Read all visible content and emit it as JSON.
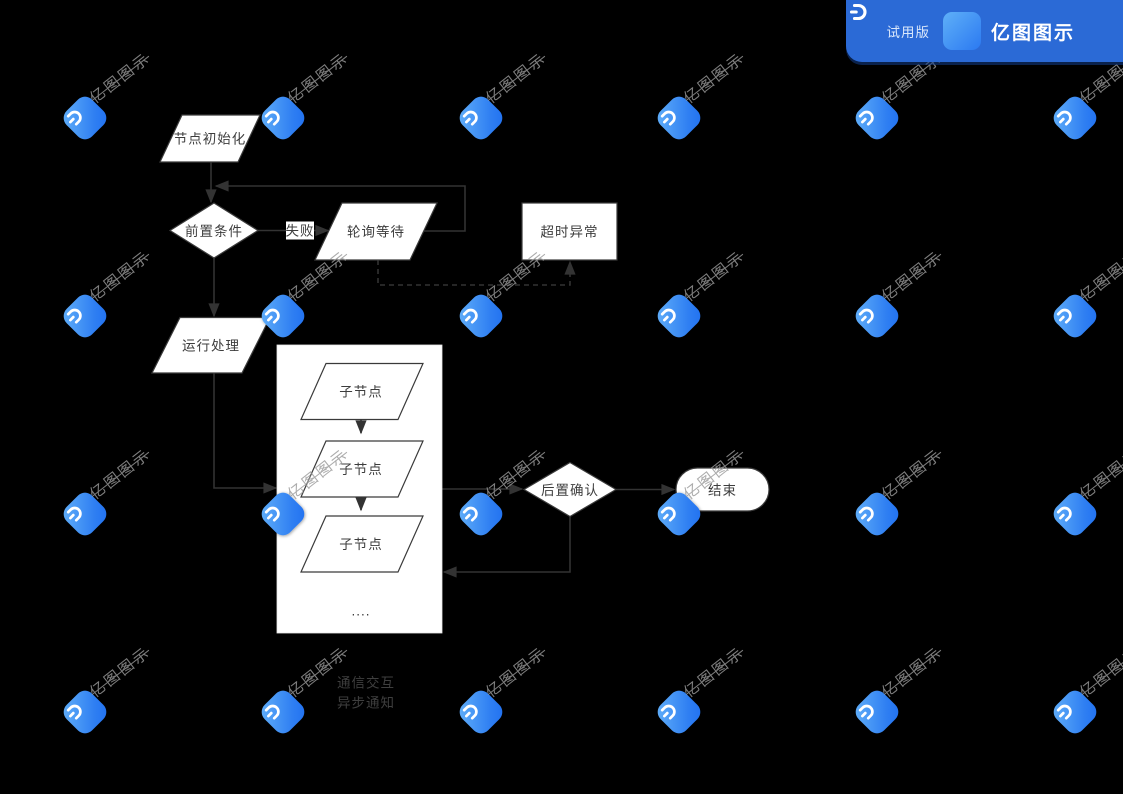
{
  "banner": {
    "trial_label": "试用版",
    "app_name": "亿图图示"
  },
  "watermark": {
    "text": "亿图图示",
    "cols": [
      85,
      283,
      481,
      679,
      877,
      1075
    ],
    "rows": [
      118,
      316,
      514,
      712
    ]
  },
  "flowchart": {
    "nodes": {
      "init": {
        "label": "节点初始化",
        "type": "parallelogram"
      },
      "precondition": {
        "label": "前置条件",
        "type": "diamond"
      },
      "fail": {
        "label": "失败",
        "type": "edge-label"
      },
      "polling": {
        "label": "轮询等待",
        "type": "parallelogram"
      },
      "timeout": {
        "label": "超时异常",
        "type": "rectangle"
      },
      "run": {
        "label": "运行处理",
        "type": "parallelogram"
      },
      "child1": {
        "label": "子节点",
        "type": "parallelogram"
      },
      "child2": {
        "label": "子节点",
        "type": "parallelogram"
      },
      "child3": {
        "label": "子节点",
        "type": "parallelogram"
      },
      "more": {
        "label": "....",
        "type": "text"
      },
      "postconfirm": {
        "label": "后置确认",
        "type": "diamond"
      },
      "end": {
        "label": "结束",
        "type": "terminator"
      }
    },
    "legend": {
      "line1": "通信交互",
      "line2": "异步通知"
    }
  },
  "colors": {
    "background": "#000000",
    "shape_fill": "#ffffff",
    "shape_border": "#3a3a3a",
    "connector": "#333333",
    "shape_text": "#3d3d3d",
    "banner_blue": "#2b6ad6",
    "watermark_gray": "#9a9a9a"
  }
}
